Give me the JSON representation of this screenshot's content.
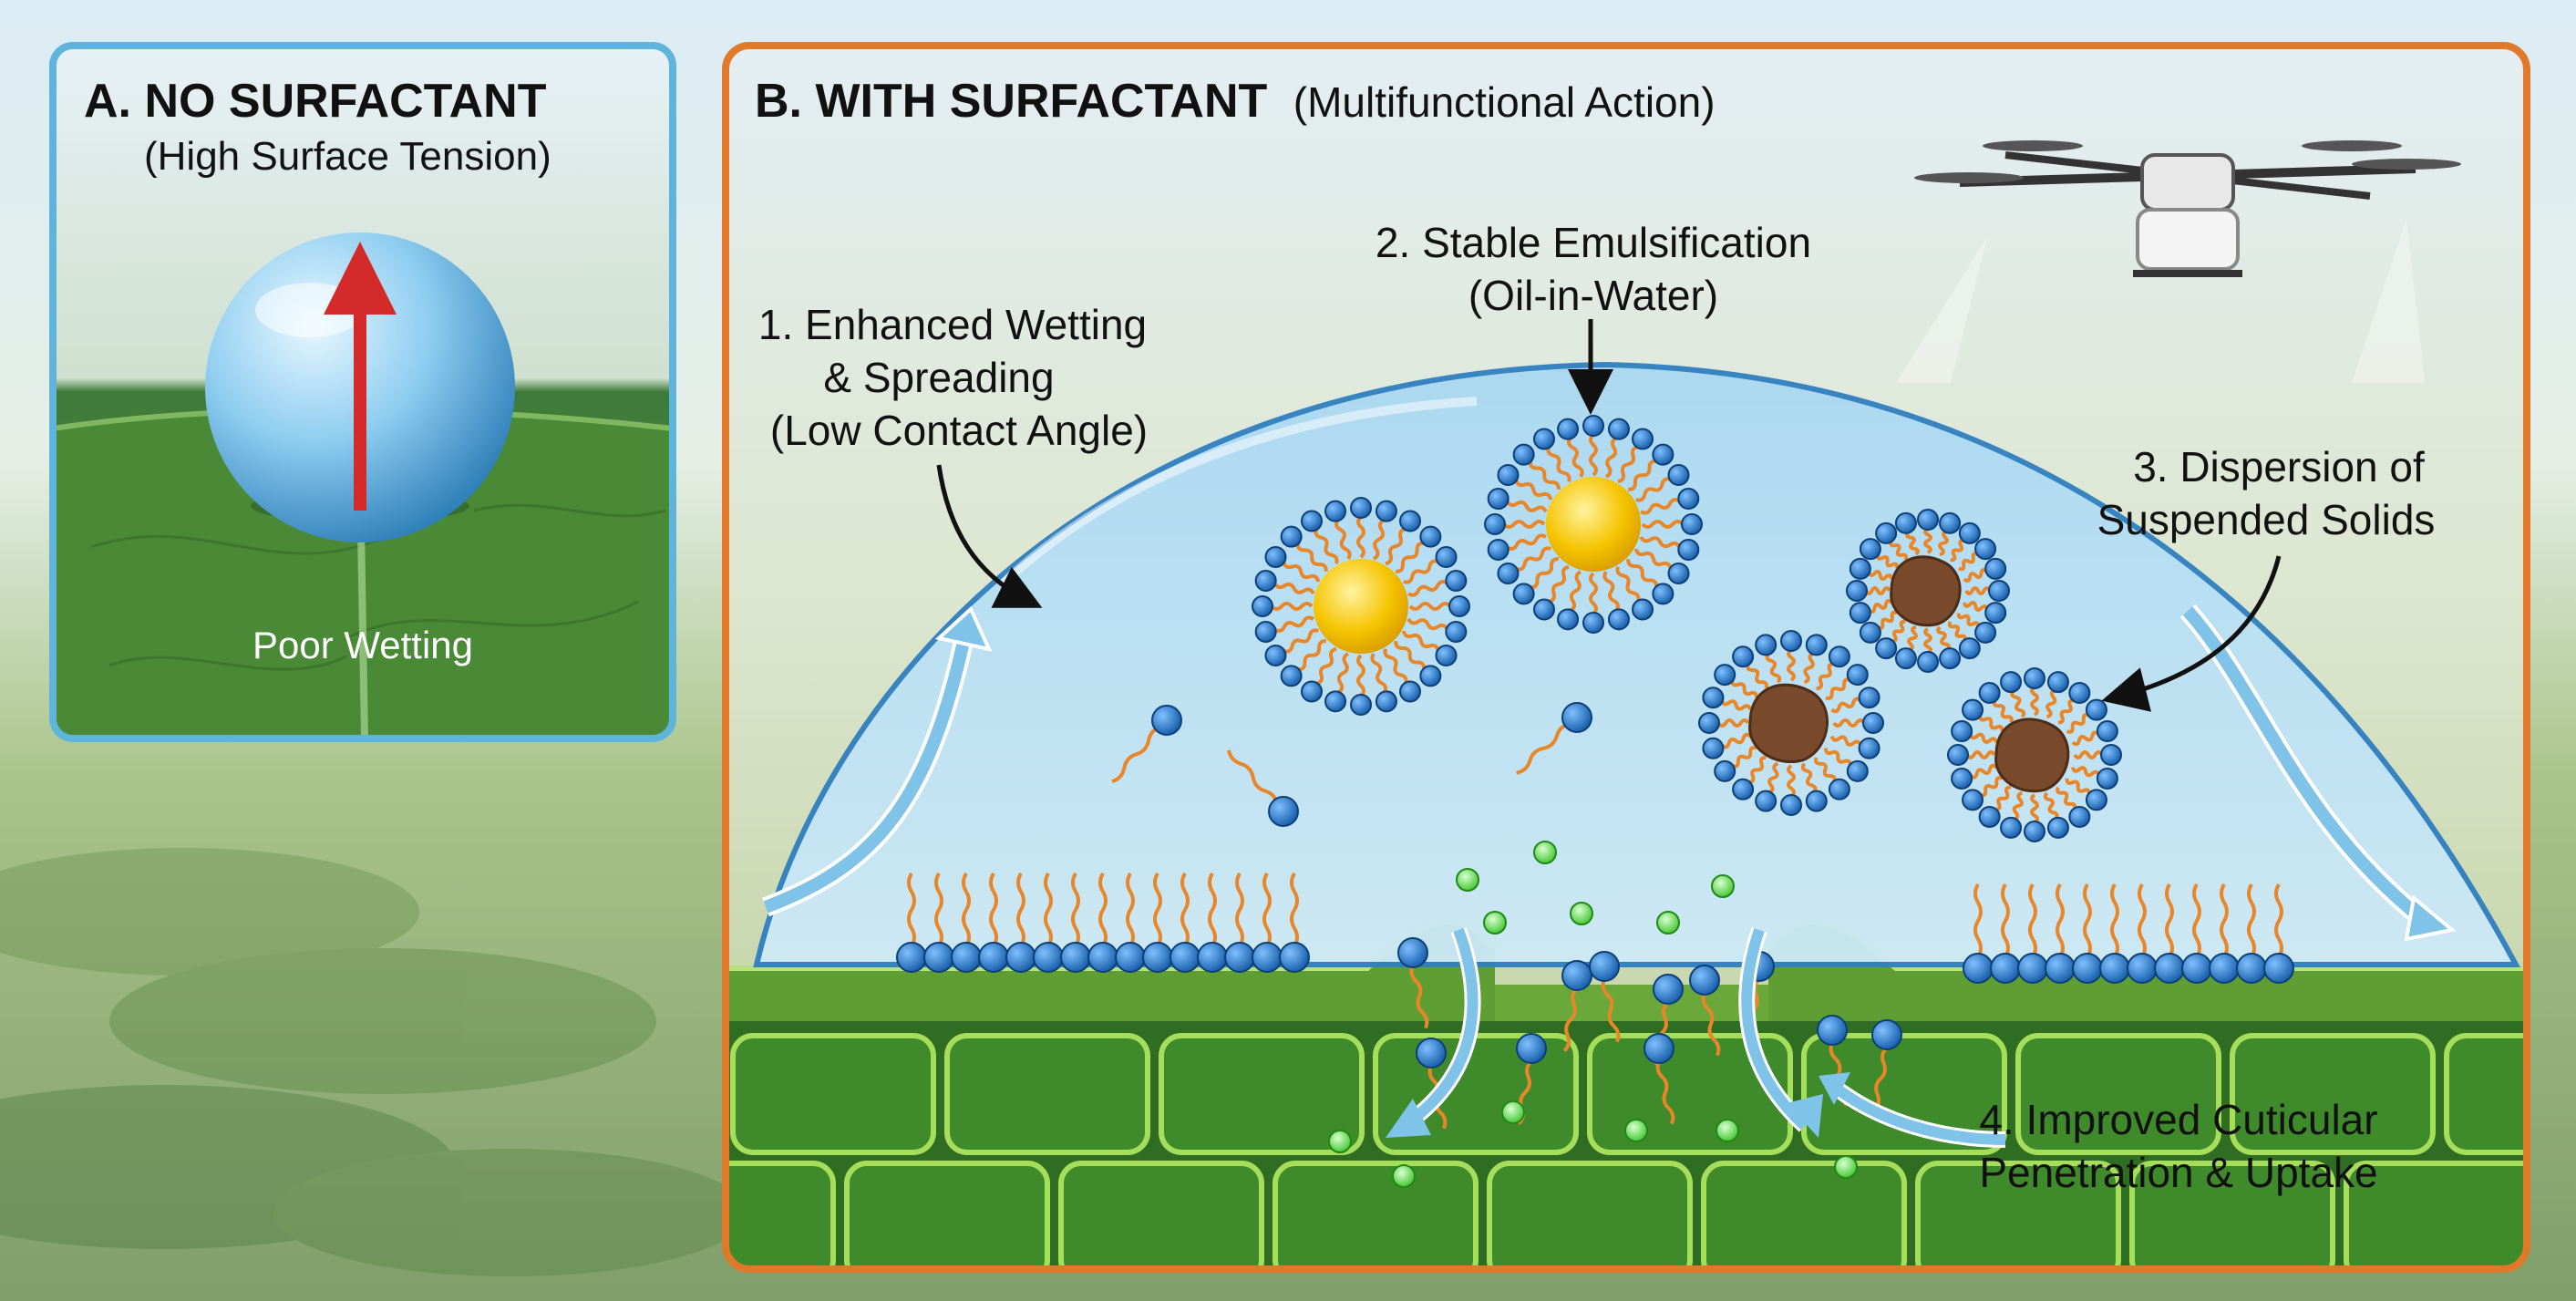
{
  "panel_a": {
    "title": "A. NO SURFACTANT",
    "subtitle": "(High Surface Tension)",
    "caption": "Poor Wetting"
  },
  "panel_b": {
    "title": "B. WITH SURFACTANT",
    "subtitle": "(Multifunctional Action)",
    "labels": {
      "wetting_1": "1. Enhanced Wetting",
      "wetting_2": "& Spreading",
      "wetting_3": "(Low Contact Angle)",
      "emulsion_1": "2. Stable Emulsification",
      "emulsion_2": "(Oil-in-Water)",
      "dispersion_1": "3. Dispersion of",
      "dispersion_2": "Suspended Solids",
      "uptake_1": "4. Improved Cuticular",
      "uptake_2": "Penetration & Uptake"
    }
  },
  "colors": {
    "panel_a_border": "#5fb4dc",
    "panel_b_border": "#e07a2a",
    "droplet": "#8ecdf0",
    "surfactant_head": "#1f6fc0",
    "surfactant_tail": "#e8862a",
    "oil_core": "#f5c400",
    "solid_particle": "#7a4a2c",
    "leaf_green": "#4e8f2c",
    "active_ingredient": "#5edc4a",
    "arrow_force": "#d42a2a"
  }
}
